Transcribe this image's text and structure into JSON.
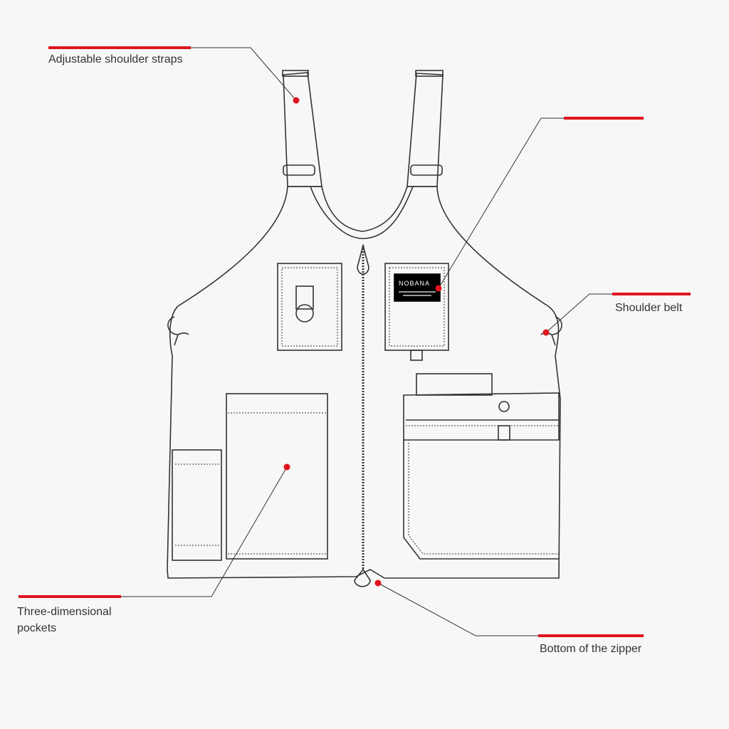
{
  "labels": {
    "shoulder_straps": "Adjustable shoulder straps",
    "shoulder_belt": "Shoulder  belt",
    "pockets_line1": "Three-dimensional",
    "pockets_line2": "pockets",
    "zipper_bottom": "Bottom of the zipper"
  },
  "logo": {
    "brand": "NOBANA"
  },
  "colors": {
    "accent": "#e0141e",
    "line": "#333333",
    "background": "#f7f7f7"
  }
}
